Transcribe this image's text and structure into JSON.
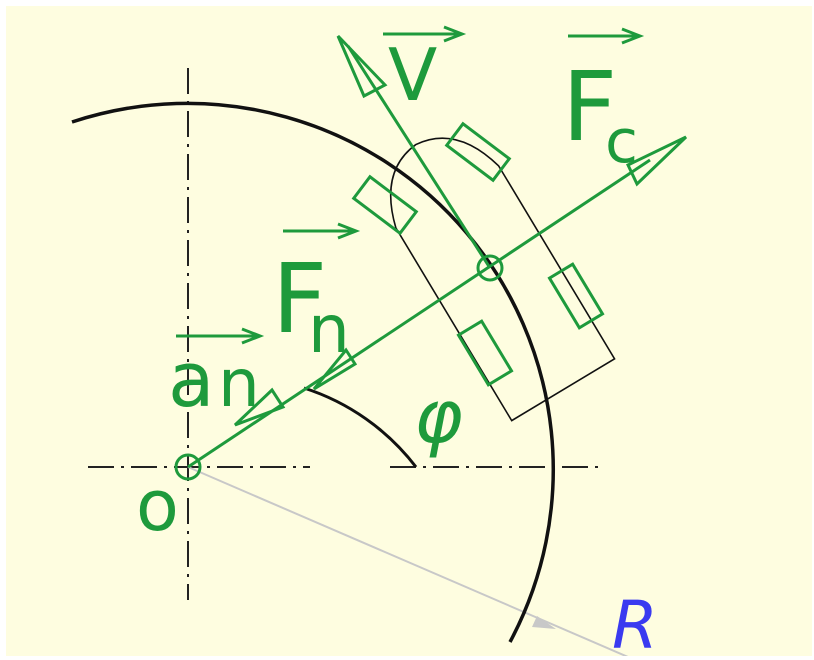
{
  "colors": {
    "background": "#FEFDE0",
    "frame": "#FFFFFF",
    "arc": "#111111",
    "axis": "#222222",
    "vector": "#1E9A3C",
    "radius": "#C8C8C8",
    "radius_label": "#3A3AF0"
  },
  "labels": {
    "velocity": "V",
    "centrifugal_force": "F",
    "centrifugal_sub": "c",
    "normal_force": "F",
    "normal_sub": "n",
    "acceleration": "a",
    "acceleration_sub": "n",
    "angle": "φ",
    "origin": "o",
    "radius": "R"
  }
}
